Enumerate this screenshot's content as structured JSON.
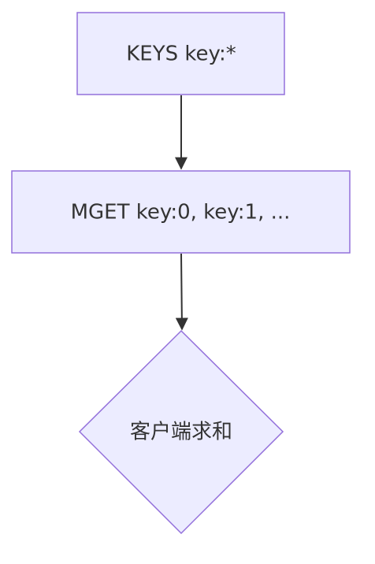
{
  "diagram": {
    "nodes": {
      "keys": {
        "label": "KEYS key:*"
      },
      "mget": {
        "label": "MGET key:0, key:1, ..."
      },
      "sum": {
        "label": "客户端求和"
      }
    },
    "colors": {
      "node_fill": "#ececff",
      "node_stroke": "#9370db",
      "edge": "#333333",
      "text": "#333333"
    }
  }
}
